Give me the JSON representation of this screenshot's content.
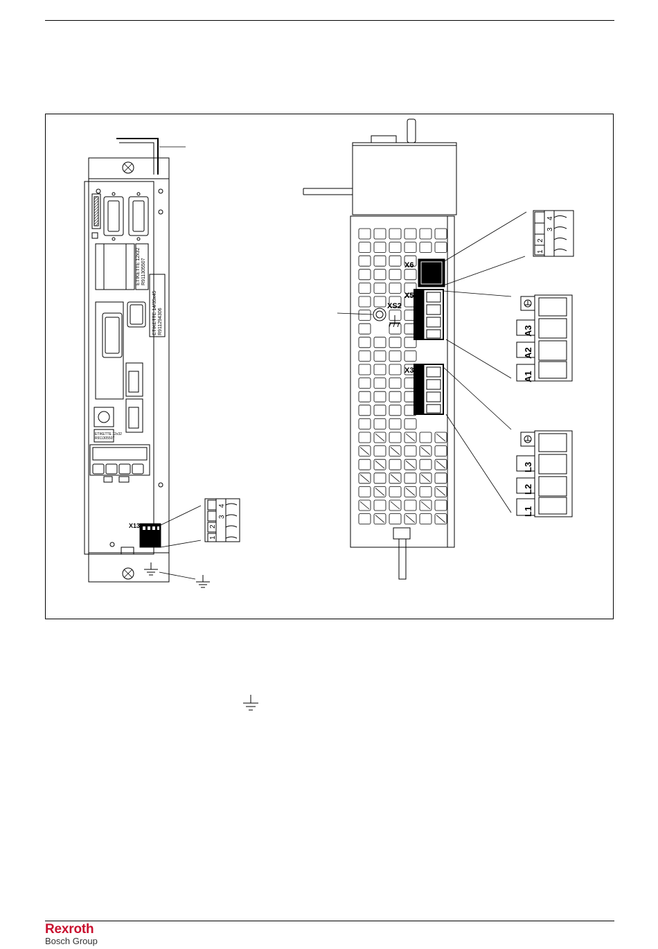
{
  "figure": {
    "left_unit": {
      "connector_x13": "X13",
      "terminal_numbers": [
        "1",
        "2",
        "3",
        "4"
      ],
      "label_1": "ETIKETTE 12x32",
      "label_1_code": "R911305507",
      "label_2": "ETIKETTE 14/35x45",
      "label_2_code": "R911294306",
      "label_3": "ETIKETTE 12x32",
      "label_3_code": "R911305507"
    },
    "right_unit": {
      "connector_x6": "X6",
      "connector_x5": "X5",
      "connector_xs2": "XS2",
      "connector_x3": "X3",
      "x6_terminals": [
        "1",
        "2",
        "3",
        "4"
      ],
      "motor_terminals": [
        "A1",
        "A2",
        "A3"
      ],
      "mains_terminals": [
        "L1",
        "L2",
        "L3"
      ],
      "earth_symbol": "⏚"
    }
  },
  "footer": {
    "brand": "Rexroth",
    "group": "Bosch Group"
  },
  "colors": {
    "brand_red": "#c8102e",
    "line": "#000000"
  }
}
